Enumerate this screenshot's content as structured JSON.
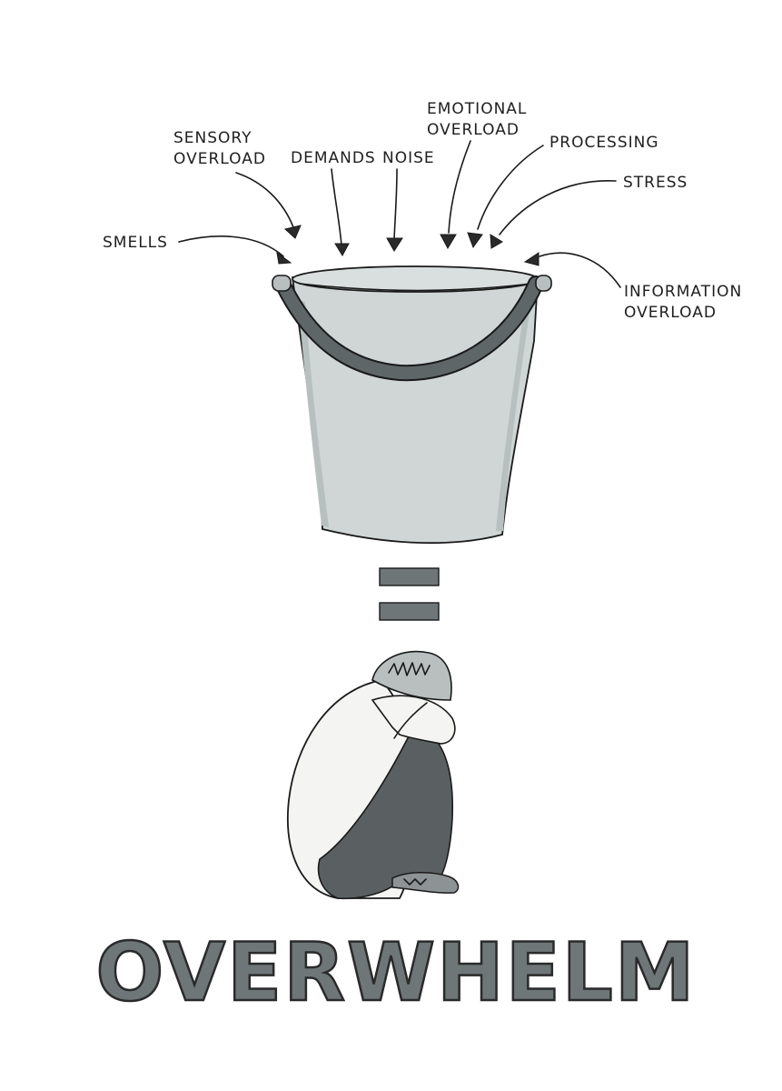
{
  "labels": {
    "smells": "SMELLS",
    "sensory_overload": [
      "SENSORY",
      "OVERLOAD"
    ],
    "demands": "DEMANDS",
    "noise": "NOISE",
    "emotional_overload": [
      "EMOTIONAL",
      "OVERLOAD"
    ],
    "processing": "PROCESSING",
    "stress": "STRESS",
    "information_overload": [
      "INFORMATION",
      "OVERLOAD"
    ]
  },
  "title": "OVERWHELM",
  "colors": {
    "bucket_fill": "#cfd6d5",
    "bucket_handle": "#5f6668",
    "equals_sign": "#6e7678",
    "person_body": "#f4f4f2",
    "person_legs": "#5a6062",
    "person_head": "#b9bfbf",
    "title_fill": "#6e7678",
    "ink": "#1a1a1a"
  }
}
